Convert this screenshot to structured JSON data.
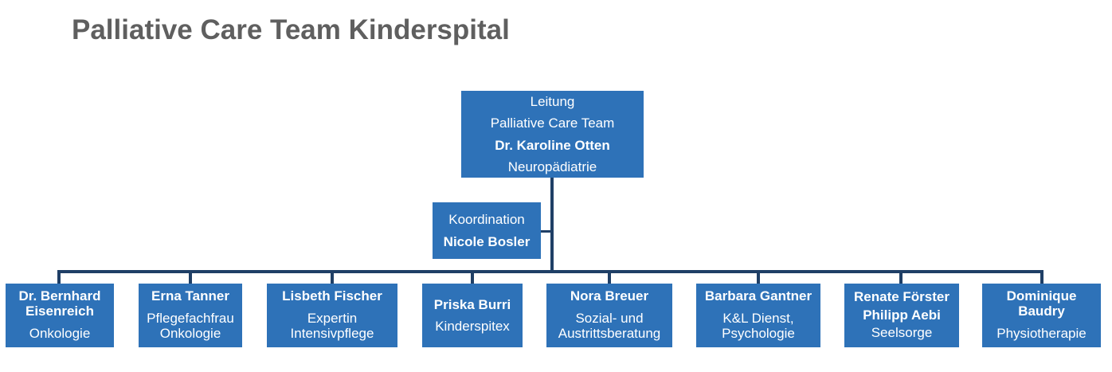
{
  "title": "Palliative Care Team Kinderspital",
  "head": {
    "line1": "Leitung",
    "line2": "Palliative Care Team",
    "name": "Dr. Karoline Otten",
    "role": "Neuropädiatrie"
  },
  "coordination": {
    "label": "Koordination",
    "name": "Nicole Bosler"
  },
  "members": [
    {
      "name1": "Dr. Bernhard",
      "name2": "Eisenreich",
      "role1": "Onkologie"
    },
    {
      "name1": "Erna Tanner",
      "role1": "Pflegefachfrau",
      "role2": "Onkologie"
    },
    {
      "name1": "Lisbeth Fischer",
      "role1": "Expertin",
      "role2": "Intensivpflege"
    },
    {
      "name1": "Priska Burri",
      "role1": "Kinderspitex"
    },
    {
      "name1": "Nora Breuer",
      "role1": "Sozial- und",
      "role2": "Austrittsberatung"
    },
    {
      "name1": "Barbara Gantner",
      "role1": "K&L Dienst,",
      "role2": "Psychologie"
    },
    {
      "name1": "Renate Förster",
      "name2": "Philipp Aebi",
      "role1": "Seelsorge"
    },
    {
      "name1": "Dominique",
      "name2": "Baudry",
      "role1": "Physiotherapie"
    }
  ]
}
